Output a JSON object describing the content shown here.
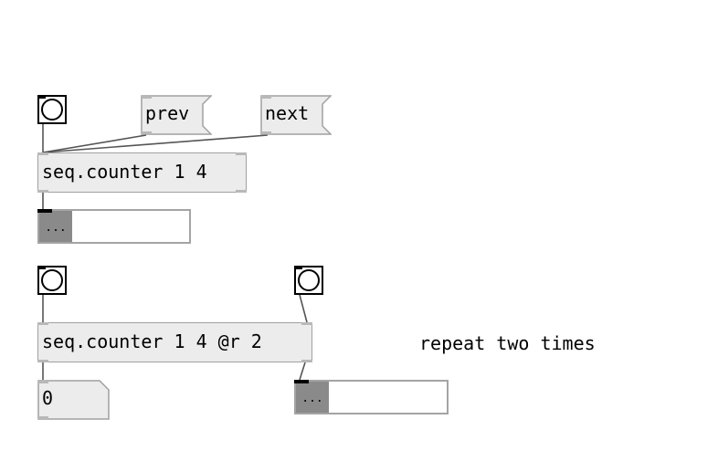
{
  "patch": {
    "top_counter": {
      "text": "seq.counter 1 4"
    },
    "prev_message": {
      "text": "prev"
    },
    "next_message": {
      "text": "next"
    },
    "top_listview": {
      "button_label": "..."
    },
    "bottom_counter": {
      "text": "seq.counter 1 4 @r 2"
    },
    "bottom_float": {
      "value": "0"
    },
    "bottom_listview": {
      "button_label": "..."
    },
    "comment": {
      "text": "repeat two times"
    }
  },
  "colors": {
    "object_bg": "#ececec",
    "object_border": "#a0a0a0",
    "wire": "#555555",
    "listview_button": "#8a8a8a"
  }
}
